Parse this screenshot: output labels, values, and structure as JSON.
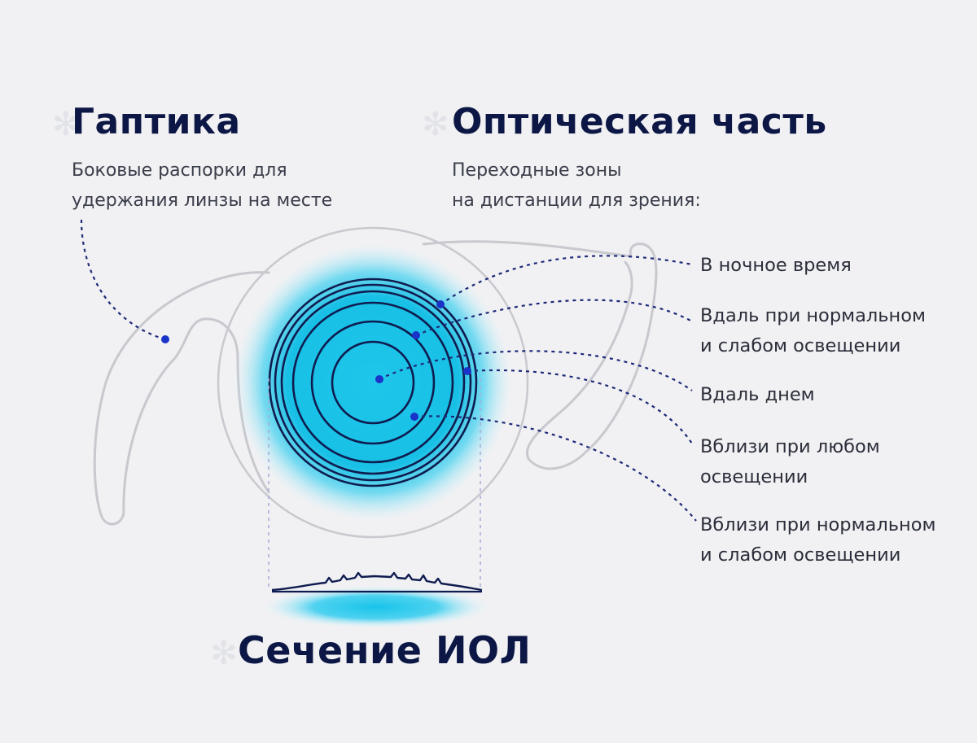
{
  "haptic": {
    "title": "Гаптика",
    "desc_line1": "Боковые распорки для",
    "desc_line2": "удержания линзы на месте"
  },
  "optic": {
    "title": "Оптическая часть",
    "desc_line1": "Переходные зоны",
    "desc_line2": "на дистанции для зрения:"
  },
  "zones": [
    {
      "line1": "В ночное время",
      "line2": ""
    },
    {
      "line1": "Вдаль при нормальном",
      "line2": "и слабом освещении"
    },
    {
      "line1": "Вдаль днем",
      "line2": ""
    },
    {
      "line1": "Вблизи при любом",
      "line2": "освещении"
    },
    {
      "line1": "Вблизи при нормальном",
      "line2": "и слабом освещении"
    }
  ],
  "section": {
    "title": "Сечение ИОЛ"
  },
  "colors": {
    "lens_glow": "#12c8e8",
    "ring": "#0f1c4f",
    "dot": "#1a33c8",
    "leader": "#1e2a78",
    "haptic_outline": "#c4c4cc",
    "text_dark": "#0c1745"
  }
}
